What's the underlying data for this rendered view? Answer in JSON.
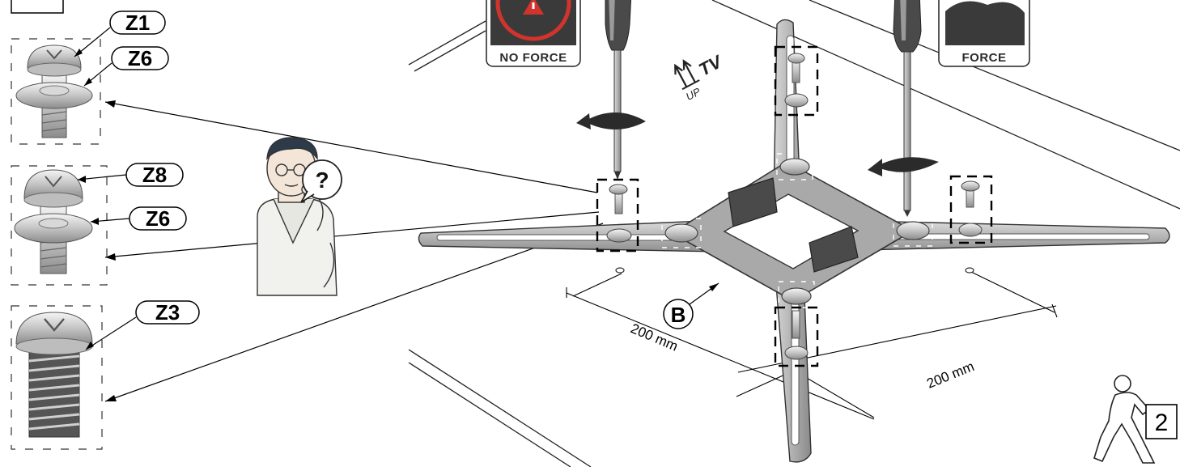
{
  "labels": {
    "z1": "Z1",
    "z6_top": "Z6",
    "z8": "Z8",
    "z6_mid": "Z6",
    "z3": "Z3",
    "b": "B"
  },
  "signs": {
    "no_force": "NO FORCE",
    "force": "FORCE"
  },
  "orientation": {
    "tv": "TV",
    "up": "UP"
  },
  "dimensions": {
    "left": "200 mm",
    "right": "200 mm"
  },
  "question_mark": "?",
  "step_number": "2",
  "colors": {
    "line": "#1a1a1a",
    "metal": "#c9c9c9",
    "bracket": "#9a9a9a",
    "sign_dark": "#3a3a3a",
    "warning_red": "#d0342c"
  }
}
